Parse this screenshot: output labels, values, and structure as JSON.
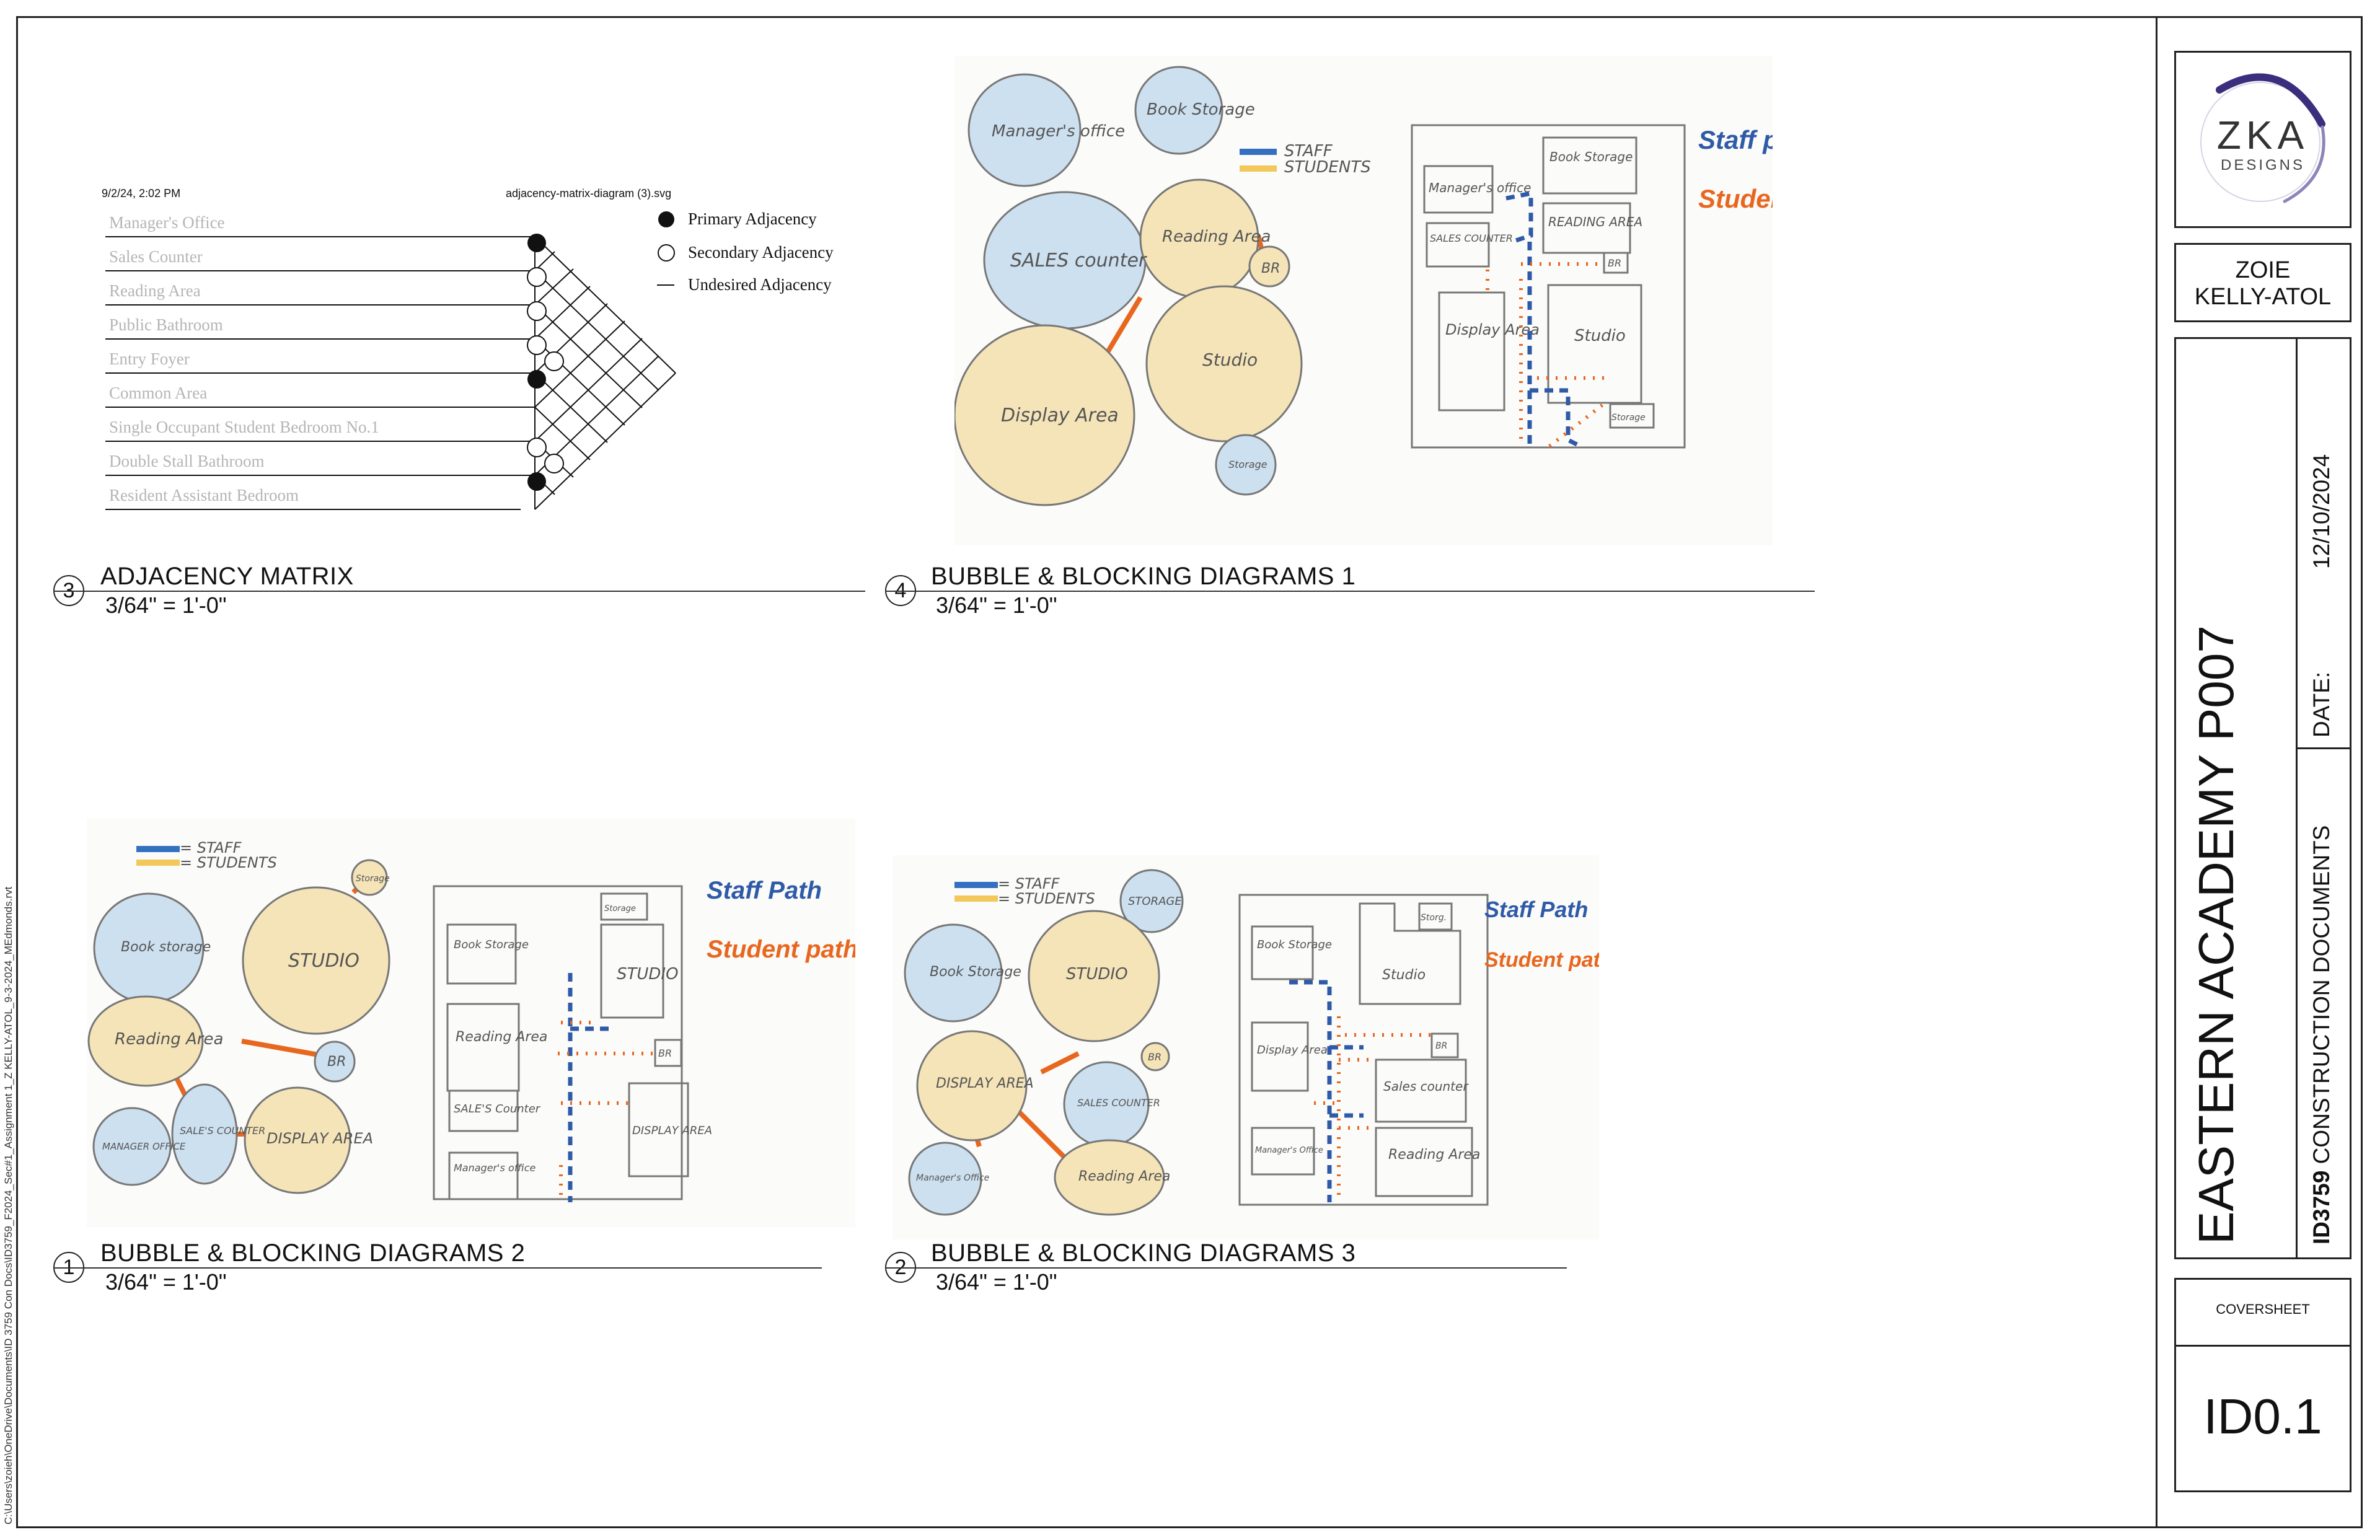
{
  "sheet": {
    "side_path": "C:\\Users\\zoieh\\OneDrive\\Documents\\ID 3759 Con Docs\\ID3759_F2024_Sec#1_Assignment 1_Z KELLY-ATOL_9-3-2024_MEdmonds.rvt"
  },
  "title_block": {
    "logo_main": "ZKA",
    "logo_sub": "DESIGNS",
    "designer_line1": "ZOIE",
    "designer_line2": "KELLY-ATOL",
    "project_title": "EASTERN ACADEMY P007",
    "course_code": "ID3759",
    "course_desc": " CONSTRUCTION DOCUMENTS",
    "date_label": "DATE:",
    "date_value": "12/10/2024",
    "sheet_name": "COVERSHEET",
    "sheet_number": "ID0.1"
  },
  "views": [
    {
      "number": "3",
      "title": "ADJACENCY MATRIX",
      "scale": "3/64\" = 1'-0\""
    },
    {
      "number": "4",
      "title": "BUBBLE & BLOCKING DIAGRAMS 1",
      "scale": "3/64\" = 1'-0\""
    },
    {
      "number": "1",
      "title": "BUBBLE & BLOCKING DIAGRAMS 2",
      "scale": "3/64\" = 1'-0\""
    },
    {
      "number": "2",
      "title": "BUBBLE & BLOCKING DIAGRAMS 3",
      "scale": "3/64\" = 1'-0\""
    }
  ],
  "adjacency_matrix": {
    "timestamp": "9/2/24, 2:02 PM",
    "filename": "adjacency-matrix-diagram (3).svg",
    "rows": [
      "Manager's Office",
      "Sales Counter",
      "Reading Area",
      "Public Bathroom",
      "Entry Foyer",
      "Common Area",
      "Single Occupant Student Bedroom No.1",
      "Double Stall Bathroom",
      "Resident Assistant Bedroom"
    ],
    "legend": {
      "primary": "Primary Adjacency",
      "secondary": "Secondary Adjacency",
      "undesired": "Undesired Adjacency"
    }
  },
  "sketch_1": {
    "legend_staff": "STAFF",
    "legend_students": "STUDENTS",
    "bubbles": [
      "Manager's office",
      "Book Storage",
      "SALES counter",
      "Reading Area",
      "BR",
      "Display Area",
      "Studio",
      "Storage"
    ],
    "blocks": [
      "Manager's office",
      "Book Storage",
      "SALES COUNTER",
      "READING AREA",
      "BR",
      "Display Area",
      "Studio",
      "Storage"
    ],
    "path_staff": "Staff path",
    "path_student": "Student path"
  },
  "sketch_2": {
    "legend_staff": "= STAFF",
    "legend_students": "= STUDENTS",
    "bubbles": [
      "Book storage",
      "STUDIO",
      "Storage",
      "Reading Area",
      "BR",
      "MANAGER OFFICE",
      "SALE'S COUNTER",
      "DISPLAY AREA"
    ],
    "blocks": [
      "Book Storage",
      "STUDIO",
      "Storage",
      "Reading Area",
      "BR",
      "SALE'S Counter",
      "DISPLAY AREA",
      "Manager's office"
    ],
    "path_staff": "Staff Path",
    "path_student": "Student path"
  },
  "sketch_3": {
    "legend_staff": "= STAFF",
    "legend_students": "= STUDENTS",
    "bubbles": [
      "STORAGE",
      "Book Storage",
      "STUDIO",
      "DISPLAY AREA",
      "BR",
      "SALES COUNTER",
      "Manager's Office",
      "Reading Area"
    ],
    "blocks": [
      "Book Storage",
      "Storg.",
      "Studio",
      "Display Area",
      "BR",
      "Sales counter",
      "Manager's Office",
      "Reading Area"
    ],
    "path_staff": "Staff Path",
    "path_student": "Student path"
  },
  "colors": {
    "staff_blue": "#2f5aa8",
    "student_orange": "#e8671f",
    "bubble_blue": "#cde0f0",
    "bubble_tan": "#f5e4b8",
    "logo_purple": "#4a3a8c"
  }
}
